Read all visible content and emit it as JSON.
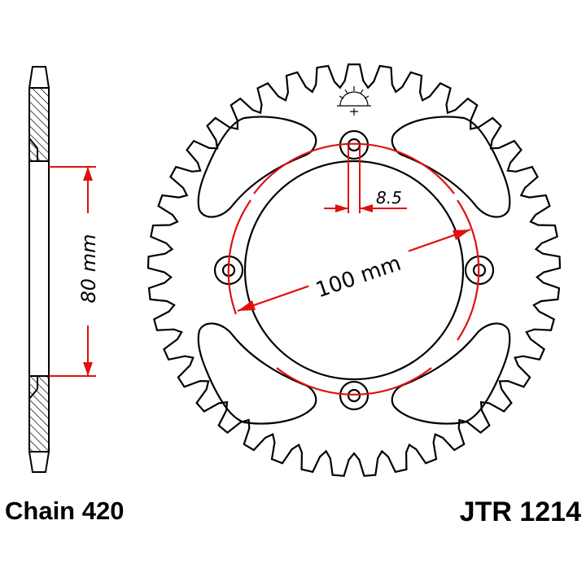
{
  "diagram": {
    "chain_label": "Chain 420",
    "part_number": "JTR 1214",
    "teeth": 41,
    "dimensions": {
      "hub_depth": "80 mm",
      "bolt_circle": "100 mm",
      "bolt_hole": "8.5"
    }
  },
  "colors": {
    "outline": "#000000",
    "dimension": "#e01010",
    "hatch": "#000000"
  }
}
